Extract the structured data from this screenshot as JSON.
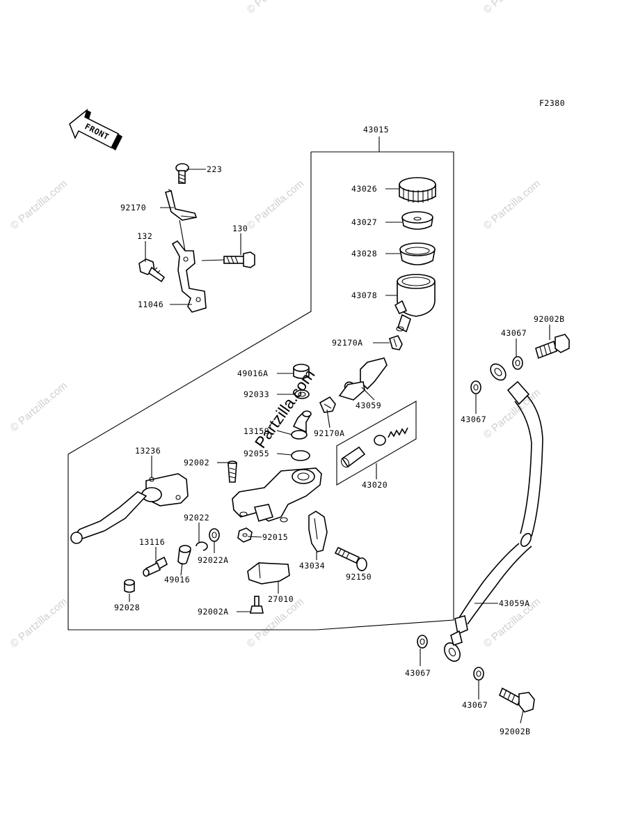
{
  "diagram": {
    "code": "F2380",
    "front_label": "FRONT",
    "watermark": "© Partzilla.com",
    "stamp": "Partzilla.com"
  },
  "labels": {
    "p43015": "43015",
    "p223": "223",
    "p92170": "92170",
    "p130": "130",
    "p132": "132",
    "p11046": "11046",
    "p43026": "43026",
    "p43027": "43027",
    "p43028": "43028",
    "p43078": "43078",
    "p92170A_a": "92170A",
    "p49016A": "49016A",
    "p92033": "92033",
    "p43059": "43059",
    "p92170A_b": "92170A",
    "p13159": "13159",
    "p92055": "92055",
    "p43020": "43020",
    "p13236": "13236",
    "p92002": "92002",
    "p92022": "92022",
    "p92022A": "92022A",
    "p92015": "92015",
    "p13116": "13116",
    "p49016": "49016",
    "p43034": "43034",
    "p92150": "92150",
    "p92028": "92028",
    "p27010": "27010",
    "p92002A": "92002A",
    "p92002B_top": "92002B",
    "p43067_a": "43067",
    "p43067_b": "43067",
    "p43059A": "43059A",
    "p43067_c": "43067",
    "p43067_d": "43067",
    "p92002B_bot": "92002B"
  }
}
